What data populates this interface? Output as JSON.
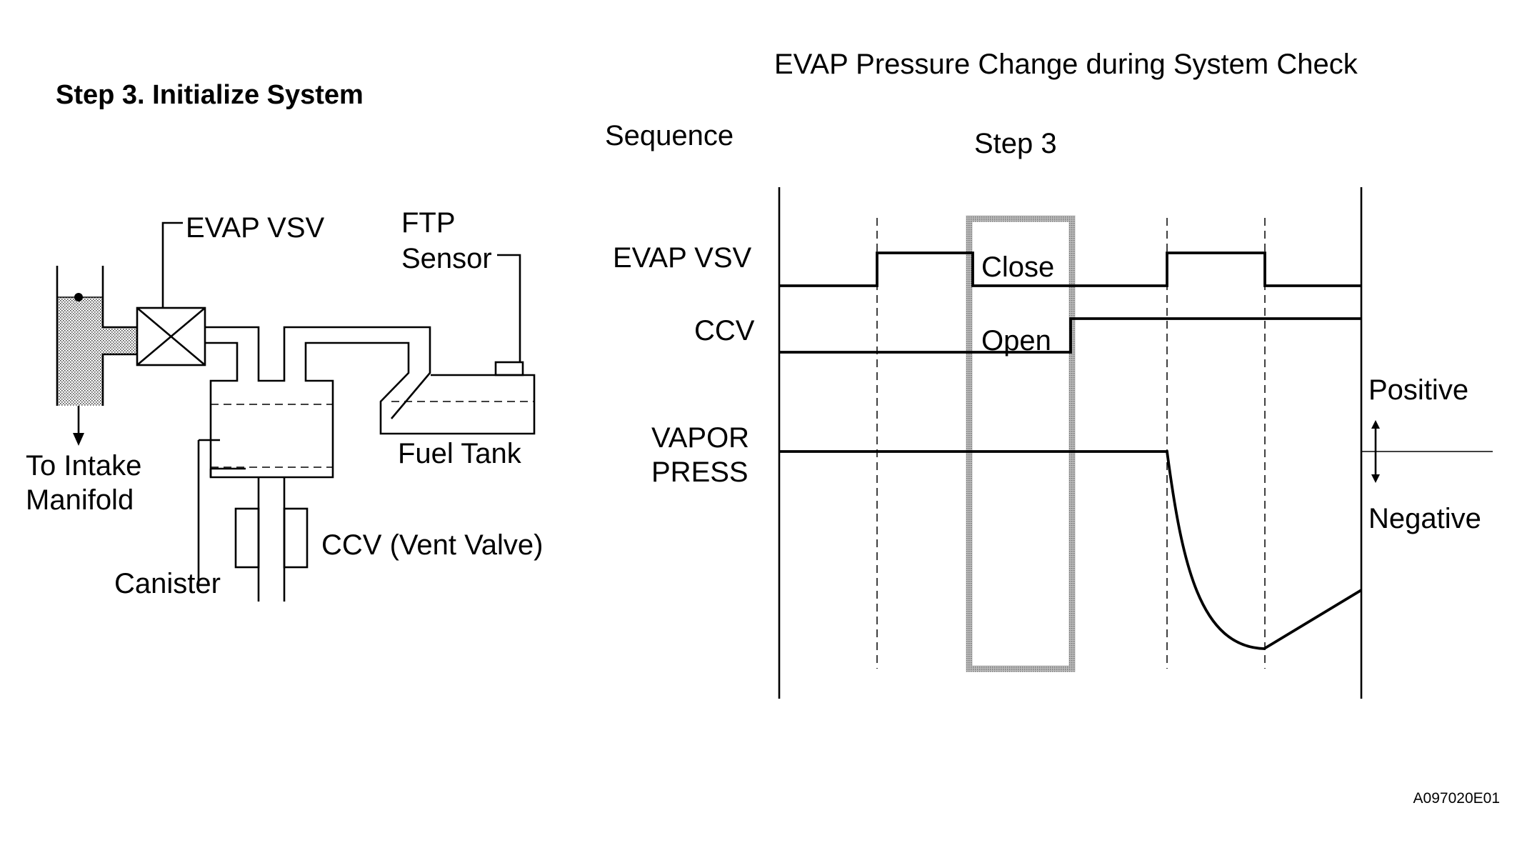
{
  "left_diagram": {
    "title": "Step 3. Initialize System",
    "labels": {
      "evap_vsv": "EVAP VSV",
      "ftp_line1": "FTP",
      "ftp_line2": "Sensor",
      "intake_line1": "To Intake",
      "intake_line2": "Manifold",
      "fuel_tank": "Fuel Tank",
      "ccv": "CCV (Vent Valve)",
      "canister": "Canister"
    }
  },
  "timing_chart": {
    "title": "EVAP Pressure Change during System Check",
    "sequence_label": "Sequence",
    "step_label": "Step 3",
    "rows": {
      "evap_vsv": "EVAP VSV",
      "ccv": "CCV",
      "vapor_line1": "VAPOR",
      "vapor_line2": "PRESS"
    },
    "state_labels": {
      "close": "Close",
      "open": "Open"
    },
    "pressure_labels": {
      "positive": "Positive",
      "negative": "Negative"
    }
  },
  "figure_code": "A097020E01",
  "colors": {
    "line": "#000000",
    "stipple": "#9a9a9a",
    "background": "#ffffff"
  }
}
